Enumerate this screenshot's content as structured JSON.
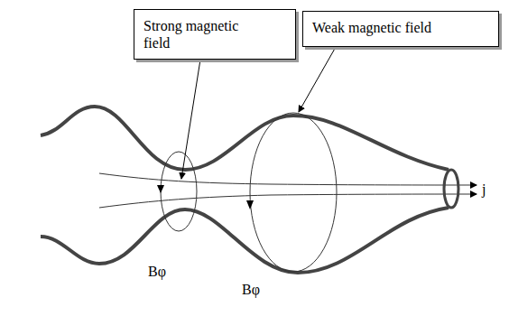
{
  "diagram": {
    "nodes": [
      {
        "text": [
          "Strong magnetic field"
        ]
      },
      {
        "text": [
          "Weak magnetic field"
        ]
      }
    ],
    "labels": [
      "Bφ",
      "Bφ",
      "j"
    ]
  }
}
